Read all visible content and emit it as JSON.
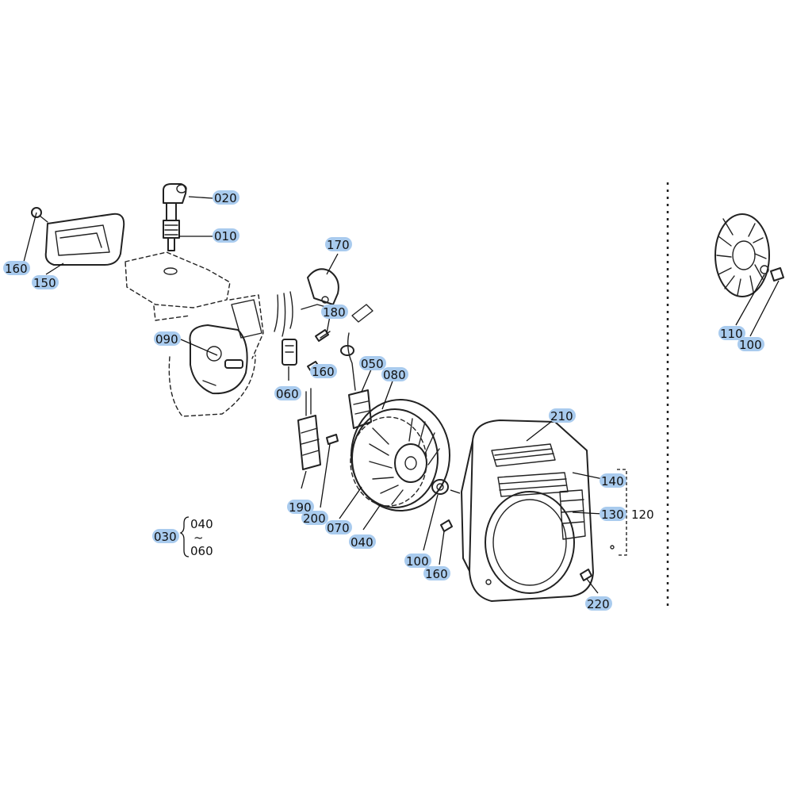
{
  "labels": {
    "p010": "010",
    "p020": "020",
    "p030": "030",
    "p040": "040",
    "p040b": "040",
    "p050": "050",
    "p060": "060",
    "p060b": "060",
    "p070": "070",
    "p080": "080",
    "p090": "090",
    "p100": "100",
    "p100b": "100",
    "p110": "110",
    "p120": "120",
    "p130": "130",
    "p140": "140",
    "p150": "150",
    "p160a": "160",
    "p160b": "160",
    "p160c": "160",
    "p170": "170",
    "p180": "180",
    "p190": "190",
    "p200": "200",
    "p210": "210",
    "p220": "220",
    "range_mark": "~"
  },
  "colors": {
    "highlight": "#a9cbee",
    "line": "#222222"
  }
}
